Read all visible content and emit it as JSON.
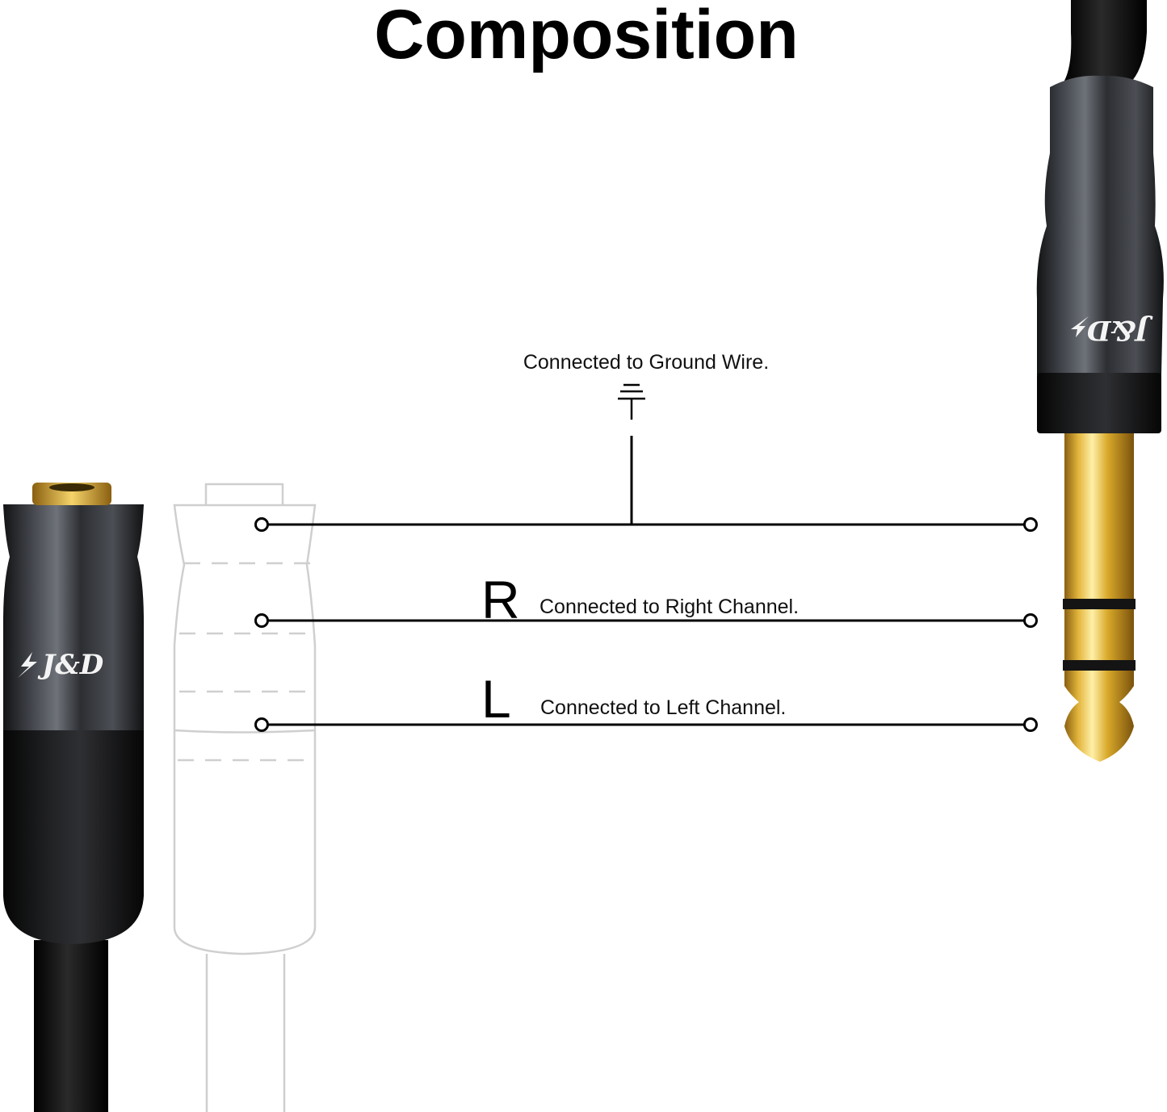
{
  "title": "Composition",
  "ground": {
    "label": "Connected to Ground Wire."
  },
  "right_channel": {
    "letter": "R",
    "label": "Connected to Right Channel."
  },
  "left_channel": {
    "letter": "L",
    "label": "Connected to Left Channel."
  },
  "logo": {
    "text": "J&D"
  },
  "colors": {
    "background": "#ffffff",
    "line": "#000000",
    "gold": "#d9a92a",
    "jack_body": "#2e3034",
    "outline": "#cfcfcf"
  },
  "icons": {
    "ground": "ground-symbol-icon",
    "logo_bolt": "lightning-bolt-icon"
  }
}
